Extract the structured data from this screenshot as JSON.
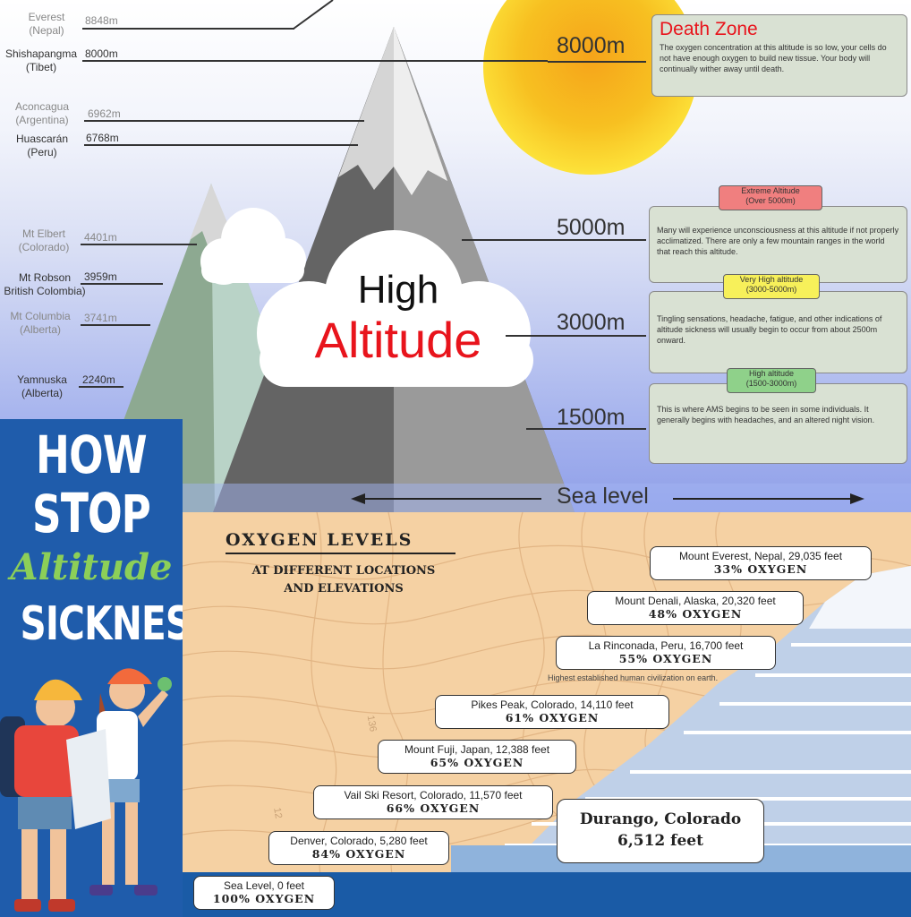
{
  "mountains": [
    {
      "name": "Everest",
      "region": "(Nepal)",
      "height": "8848m",
      "light": true
    },
    {
      "name": "Shishapangma",
      "region": "(Tibet)",
      "height": "8000m",
      "light": false
    },
    {
      "name": "Aconcagua",
      "region": "(Argentina)",
      "height": "6962m",
      "light": true
    },
    {
      "name": "Huascarán",
      "region": "(Peru)",
      "height": "6768m",
      "light": false
    },
    {
      "name": "Mt Elbert",
      "region": "(Colorado)",
      "height": "4401m",
      "light": true
    },
    {
      "name": "Mt Robson",
      "region": "British Colombia)",
      "height": "3959m",
      "light": false
    },
    {
      "name": "Mt Columbia",
      "region": "(Alberta)",
      "height": "3741m",
      "light": true
    },
    {
      "name": "Yamnuska",
      "region": "(Alberta)",
      "height": "2240m",
      "light": false
    }
  ],
  "levels": [
    "8000m",
    "5000m",
    "3000m",
    "1500m"
  ],
  "sea_level": "Sea level",
  "cloud": {
    "line1": "High",
    "line2": "Altitude"
  },
  "death_zone": {
    "title": "Death Zone",
    "text": "The oxygen concentration at this altitude is so low, your cells do not have enough oxygen to build new tissue. Your body will continually wither away until death."
  },
  "zones": [
    {
      "tag_line1": "Extreme Altitude",
      "tag_line2": "(Over 5000m)",
      "color": "#f07f7f",
      "text": "Many will experience unconsciousness at this altitude if not properly acclimatized. There are only a few mountain ranges in the world that reach this altitude."
    },
    {
      "tag_line1": "Very High altitude",
      "tag_line2": "(3000-5000m)",
      "color": "#f7f05a",
      "text": "Tingling sensations, headache, fatigue, and other indications of altitude sickness will usually begin to occur from about 2500m onward."
    },
    {
      "tag_line1": "High altitude",
      "tag_line2": "(1500-3000m)",
      "color": "#8fd18a",
      "text": "This is where AMS begins to be seen in some individuals. It generally begins with headaches, and an altered night vision."
    }
  ],
  "poster": {
    "line1": "HOW TO",
    "line2": "STOP",
    "script": "Altitude",
    "line4": "SICKNESS"
  },
  "oxygen": {
    "title": "OXYGEN LEVELS",
    "subtitle1": "AT DIFFERENT LOCATIONS",
    "subtitle2": "AND ELEVATIONS",
    "note": "Highest established human civilization on earth.",
    "contour_number_1": "136",
    "contour_number_2": "12",
    "locations": [
      {
        "place": "Mount Everest, Nepal, 29,035 feet",
        "oxygen": "33% OXYGEN"
      },
      {
        "place": "Mount Denali, Alaska, 20,320 feet",
        "oxygen": "48% OXYGEN"
      },
      {
        "place": "La Rinconada, Peru, 16,700 feet",
        "oxygen": "55% OXYGEN"
      },
      {
        "place": "Pikes Peak, Colorado, 14,110 feet",
        "oxygen": "61% OXYGEN"
      },
      {
        "place": "Mount Fuji, Japan, 12,388 feet",
        "oxygen": "65% OXYGEN"
      },
      {
        "place": "Vail Ski Resort, Colorado, 11,570 feet",
        "oxygen": "66% OXYGEN"
      },
      {
        "place": "Denver, Colorado, 5,280 feet",
        "oxygen": "84% OXYGEN"
      },
      {
        "place": "Sea Level, 0 feet",
        "oxygen": "100% OXYGEN"
      }
    ],
    "highlight": {
      "line1": "Durango, Colorado",
      "line2": "6,512 feet"
    }
  }
}
